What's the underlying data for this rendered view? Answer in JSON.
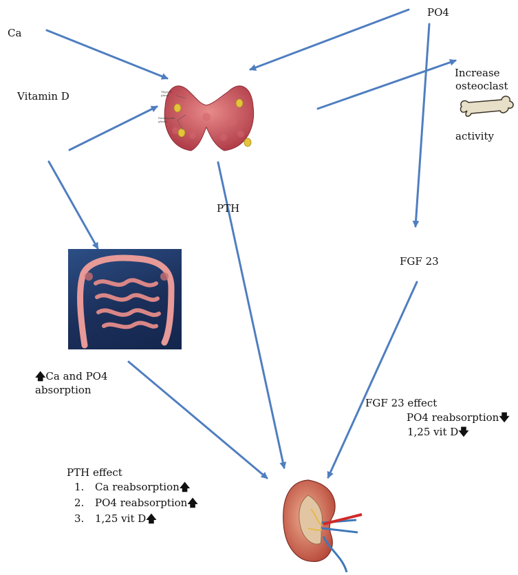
{
  "labels": {
    "ca": "Ca",
    "vitamin_d": "Vitamin D",
    "po4": "PO4",
    "increase": "Increase",
    "osteoclast": "osteoclast",
    "activity": "activity",
    "pth": "PTH",
    "fgf23": "FGF 23",
    "ca_po4_absorption_line1": "Ca and PO4",
    "ca_po4_absorption_line2": "absorption",
    "up_arrow": "🡅",
    "down_arrow": "🡇"
  },
  "thyroid_labels": {
    "thyroid_gland": "Thyroid gland",
    "parathyroid_glands": "Parathyroid glands"
  },
  "pth_effect": {
    "title": "PTH effect",
    "items": [
      {
        "num": "1.",
        "text": "Ca reabsorption",
        "dir": "🡅"
      },
      {
        "num": "2.",
        "text": "PO4 reabsorption",
        "dir": "🡅"
      },
      {
        "num": "3.",
        "text": "1,25 vit D",
        "dir": "🡅"
      }
    ]
  },
  "fgf23_effect": {
    "title": "FGF 23 effect",
    "items": [
      {
        "text": "PO4 reabsorption",
        "dir": "🡇"
      },
      {
        "text": "1,25 vit D",
        "dir": "🡇"
      }
    ]
  },
  "colors": {
    "arrow": "#4f7ec0",
    "thyroid": "#c8505a",
    "parathyroid": "#e3c43a",
    "gut_bg": "#1f3a6e",
    "intestine": "#e79a98",
    "kidney": "#c85b4e"
  }
}
